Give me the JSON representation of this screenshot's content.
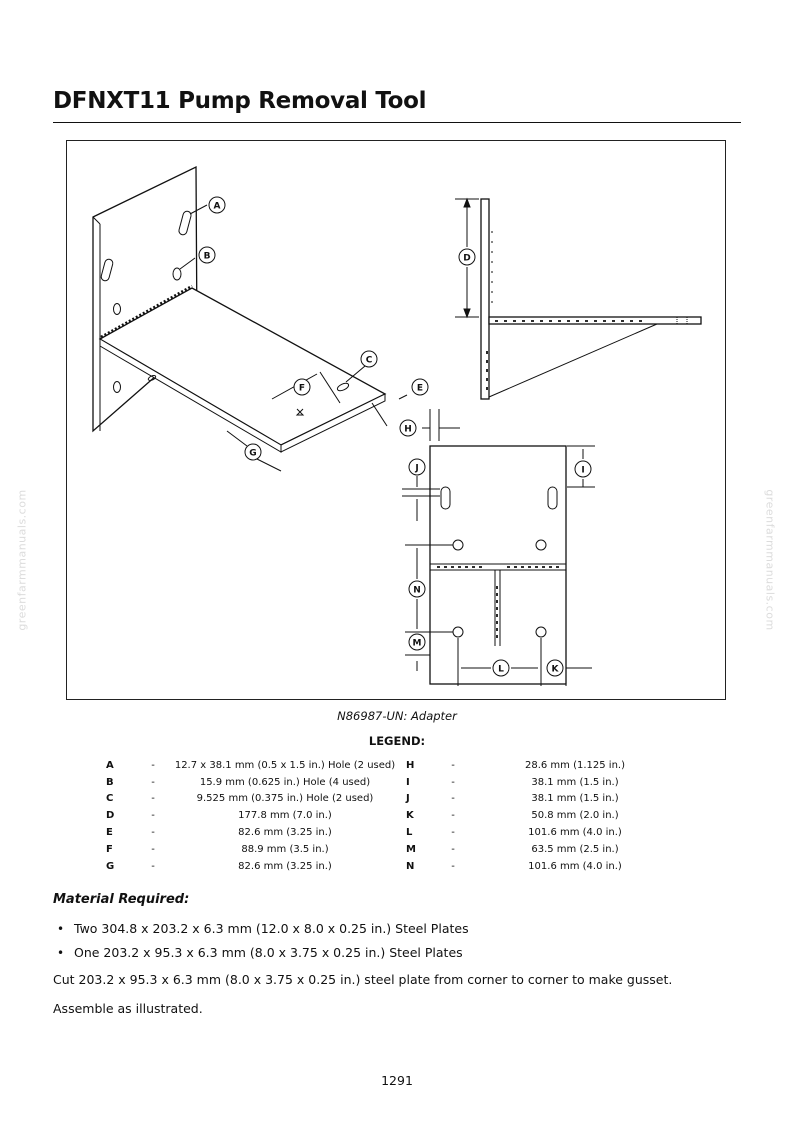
{
  "header": {
    "title": "DFNXT11 Pump Removal Tool"
  },
  "figure": {
    "caption": "N86987-UN: Adapter",
    "callouts": [
      "A",
      "B",
      "C",
      "D",
      "E",
      "F",
      "G",
      "H",
      "I",
      "J",
      "K",
      "L",
      "M",
      "N"
    ]
  },
  "legend": {
    "title": "LEGEND:",
    "rows": [
      {
        "k1": "A",
        "d1": "-",
        "v1": "12.7 x 38.1 mm (0.5 x 1.5 in.) Hole (2 used)",
        "k2": "H",
        "d2": "-",
        "v2": "28.6 mm (1.125 in.)"
      },
      {
        "k1": "B",
        "d1": "-",
        "v1": "15.9 mm (0.625 in.) Hole (4 used)",
        "k2": "I",
        "d2": "-",
        "v2": "38.1 mm (1.5 in.)"
      },
      {
        "k1": "C",
        "d1": "-",
        "v1": "9.525 mm (0.375 in.) Hole (2 used)",
        "k2": "J",
        "d2": "-",
        "v2": "38.1 mm (1.5 in.)"
      },
      {
        "k1": "D",
        "d1": "-",
        "v1": "177.8 mm (7.0 in.)",
        "k2": "K",
        "d2": "-",
        "v2": "50.8 mm (2.0 in.)"
      },
      {
        "k1": "E",
        "d1": "-",
        "v1": "82.6 mm (3.25 in.)",
        "k2": "L",
        "d2": "-",
        "v2": "101.6 mm (4.0 in.)"
      },
      {
        "k1": "F",
        "d1": "-",
        "v1": "88.9 mm (3.5 in.)",
        "k2": "M",
        "d2": "-",
        "v2": "63.5 mm (2.5 in.)"
      },
      {
        "k1": "G",
        "d1": "-",
        "v1": "82.6 mm (3.25 in.)",
        "k2": "N",
        "d2": "-",
        "v2": "101.6 mm (4.0 in.)"
      }
    ]
  },
  "material": {
    "title": "Material Required:",
    "items": [
      "Two 304.8 x 203.2 x 6.3 mm (12.0 x 8.0 x 0.25 in.) Steel Plates",
      "One 203.2 x 95.3 x 6.3 mm (8.0 x 3.75 x 0.25 in.) Steel Plates"
    ],
    "bullet": "•"
  },
  "instructions": [
    "Cut 203.2 x 95.3 x 6.3 mm (8.0 x 3.75 x 0.25 in.) steel plate from corner to corner to make gusset.",
    "Assemble as illustrated."
  ],
  "footer": {
    "page_number": "1291"
  },
  "watermark": "greenfarmmanuals.com"
}
